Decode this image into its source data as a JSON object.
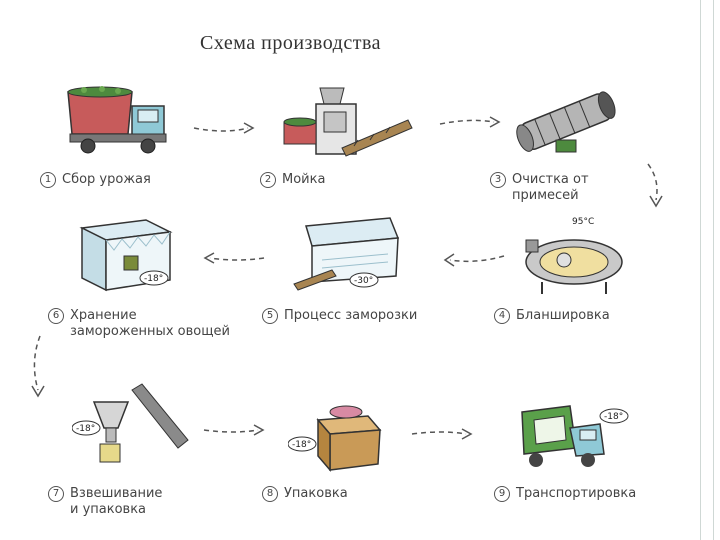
{
  "title": "Схема производства",
  "steps": [
    {
      "num": "1",
      "label": "Сбор урожая"
    },
    {
      "num": "2",
      "label": "Мойка"
    },
    {
      "num": "3",
      "label": "Очистка от",
      "label2": "примесей"
    },
    {
      "num": "4",
      "label": "Бланшировка"
    },
    {
      "num": "5",
      "label": "Процесс заморозки"
    },
    {
      "num": "6",
      "label": "Хранение",
      "label2": "замороженных овощей"
    },
    {
      "num": "7",
      "label": "Взвешивание",
      "label2": "и упаковка"
    },
    {
      "num": "8",
      "label": "Упаковка"
    },
    {
      "num": "9",
      "label": "Транспортировка"
    }
  ],
  "temps": {
    "blanch": "95°C",
    "storage": "-18°",
    "freeze": "-30°",
    "weigh": "-18°",
    "pack": "-18°",
    "transport": "-18°"
  }
}
